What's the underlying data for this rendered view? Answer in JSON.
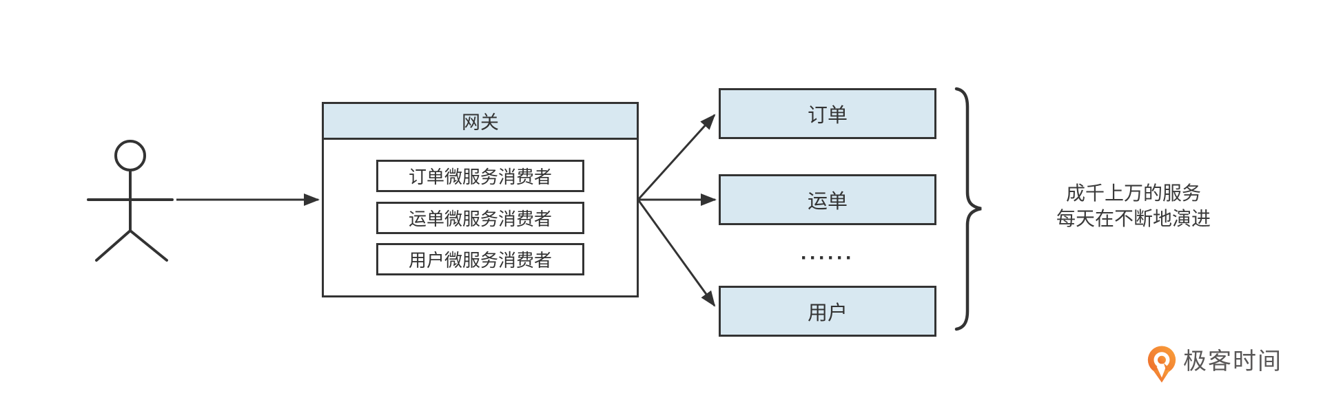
{
  "diagram": {
    "gateway": {
      "title": "网关",
      "consumers": [
        {
          "label": "订单微服务消费者"
        },
        {
          "label": "运单微服务消费者"
        },
        {
          "label": "用户微服务消费者"
        }
      ]
    },
    "services": [
      {
        "label": "订单"
      },
      {
        "label": "运单"
      },
      {
        "label": "用户"
      }
    ],
    "ellipsis": "······",
    "annotation": {
      "line1": "成千上万的服务",
      "line2": "每天在不断地演进"
    },
    "colors": {
      "box_fill": "#d8e8f1",
      "line": "#333333",
      "logo_orange_light": "#f9a13b",
      "logo_orange_dark": "#ed6a2c",
      "logo_text": "#595757"
    }
  },
  "footer": {
    "logo_text": "极客时间"
  }
}
